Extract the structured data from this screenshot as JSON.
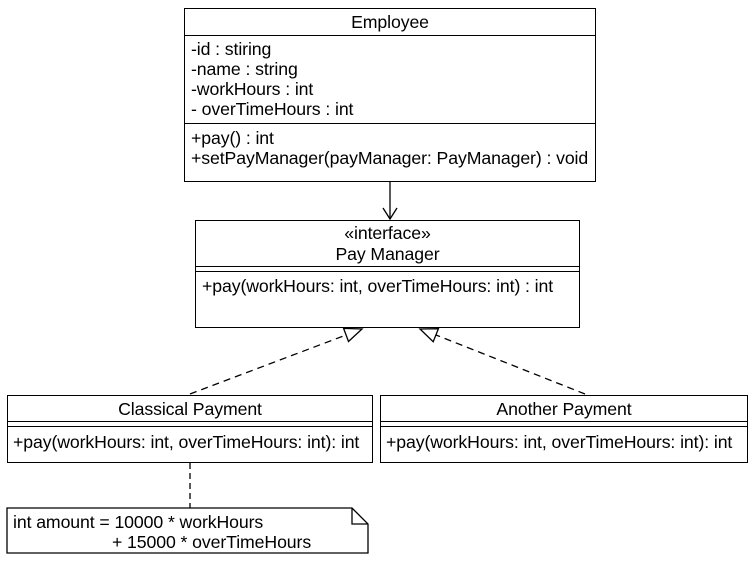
{
  "employee": {
    "title": "Employee",
    "attributes": [
      "-id : stiring",
      "-name : string",
      "-workHours : int",
      "- overTimeHours : int"
    ],
    "methods": [
      "+pay() : int",
      "+setPayManager(payManager: PayManager) : void"
    ]
  },
  "pay_manager": {
    "stereotype": "«interface»",
    "title": "Pay Manager",
    "methods": [
      "+pay(workHours: int, overTimeHours: int) : int"
    ]
  },
  "classical_payment": {
    "title": "Classical Payment",
    "methods": [
      "+pay(workHours: int, overTimeHours: int): int"
    ]
  },
  "another_payment": {
    "title": "Another Payment",
    "methods": [
      "+pay(workHours: int, overTimeHours: int): int"
    ]
  },
  "note": {
    "lines": [
      "int amount = 10000 * workHours",
      "+ 15000 * overTimeHours"
    ]
  },
  "relationships": [
    {
      "from": "Employee",
      "to": "Pay Manager",
      "type": "directed-association"
    },
    {
      "from": "Classical Payment",
      "to": "Pay Manager",
      "type": "realization"
    },
    {
      "from": "Another Payment",
      "to": "Pay Manager",
      "type": "realization"
    },
    {
      "from": "Classical Payment",
      "to": "note",
      "type": "anchor"
    }
  ],
  "colors": {
    "line": "#000000",
    "fill": "#ffffff",
    "background": "#ffffff"
  }
}
